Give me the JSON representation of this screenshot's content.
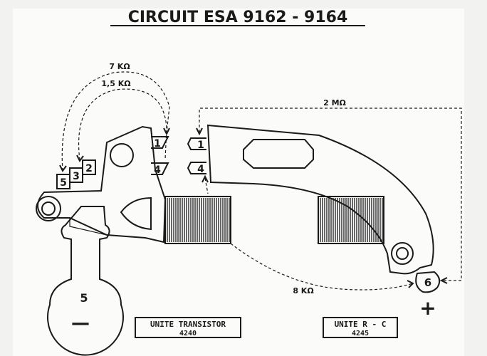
{
  "title": "CIRCUIT   ESA   9162 - 9164",
  "resistances": {
    "r1": "7  KΩ",
    "r2": "1,5  KΩ",
    "r3": "2  MΩ",
    "r4": "8  KΩ"
  },
  "terminals": {
    "t_left_1": "1",
    "t_left_4": "4",
    "t_right_1": "1",
    "t_right_4": "4",
    "t_5": "5",
    "t_3": "3",
    "t_2": "2",
    "t_6": "6",
    "t_bulb_5": "5"
  },
  "polarity": {
    "minus": "—",
    "plus": "+"
  },
  "unit_transistor": {
    "name": "UNITE TRANSISTOR",
    "code": "4240"
  },
  "unit_rc": {
    "name": "UNITE  R - C",
    "code": "4245"
  }
}
